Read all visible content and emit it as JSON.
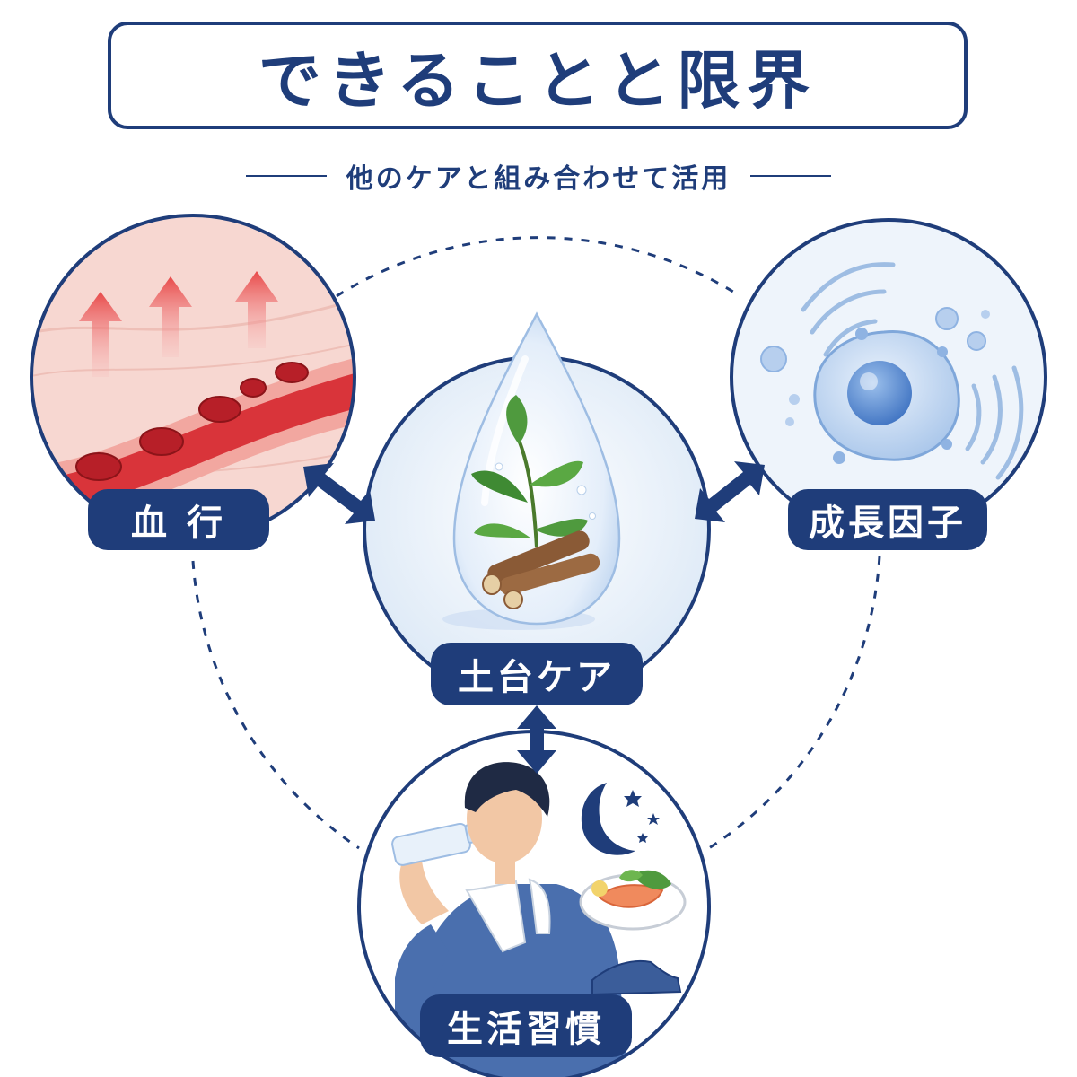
{
  "title": "できることと限界",
  "subtitle": "他のケアと組み合わせて活用",
  "nodes": {
    "circulation": "血 行",
    "growth_factor": "成長因子",
    "foundation_care": "土台ケア",
    "lifestyle": "生活習慣"
  },
  "colors": {
    "primary": "#1f3d7a",
    "circulation_red": "#e84a4a",
    "cell_blue": "#7fa7da",
    "leaf_green": "#4f9a3e"
  }
}
